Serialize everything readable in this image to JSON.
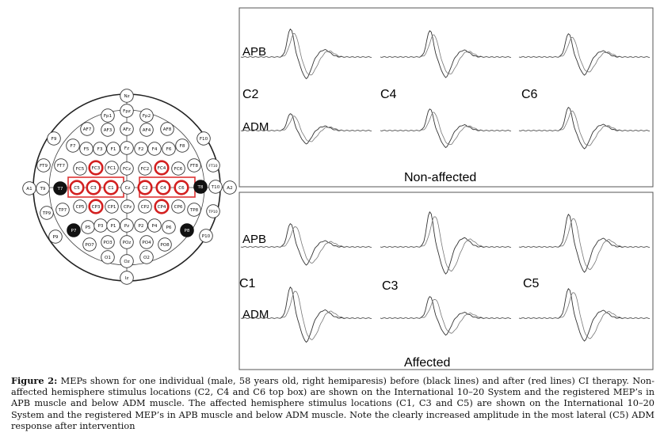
{
  "eeg": {
    "labels": [
      "Nz",
      "Fp1",
      "Fpz",
      "Fp2",
      "AF7",
      "AF3",
      "AFz",
      "AF4",
      "AF8",
      "F9",
      "F7",
      "F5",
      "F3",
      "F1",
      "Fz",
      "F2",
      "F4",
      "F6",
      "F8",
      "F10",
      "FT9",
      "FT7",
      "FC5",
      "FC3",
      "FC1",
      "FCz",
      "FC2",
      "FC4",
      "FC6",
      "FT8",
      "FT10",
      "A1",
      "T9",
      "T7",
      "C5",
      "C3",
      "C1",
      "Cz",
      "C2",
      "C4",
      "C6",
      "T8",
      "T10",
      "A2",
      "TP9",
      "TP7",
      "CP5",
      "CP3",
      "CP1",
      "CPz",
      "CP2",
      "CP4",
      "CP6",
      "TP8",
      "TP10",
      "P9",
      "P7",
      "P5",
      "P3",
      "P1",
      "Pz",
      "P2",
      "P4",
      "P6",
      "P8",
      "P10",
      "PO7",
      "PO3",
      "POz",
      "PO4",
      "PO8",
      "O1",
      "Oz",
      "O2",
      "Iz"
    ],
    "highlighted": [
      "FC3",
      "C5",
      "C3",
      "C1",
      "CP3",
      "FC4",
      "C2",
      "C4",
      "C6",
      "CP4"
    ],
    "dark": [
      "T7",
      "T8",
      "P7",
      "P8"
    ]
  },
  "top_panel": {
    "row_labels": [
      "APB",
      "ADM"
    ],
    "locations": [
      "C2",
      "C4",
      "C6"
    ],
    "title": "Non-affected"
  },
  "bottom_panel": {
    "row_labels": [
      "APB",
      "ADM"
    ],
    "locations": [
      "C1",
      "C3",
      "C5"
    ],
    "title": "Affected"
  },
  "caption": {
    "label": "Figure 2:",
    "text": " MEPs shown for one individual (male, 58 years old, right hemiparesis) before (black lines) and after (red lines) CI therapy. Non-affected hemisphere stimulus locations (C2, C4 and C6 top box) are shown on the International 10–20 System and the registered MEP’s in APB muscle and below ADM muscle. The affected hemisphere stimulus locations (C1, C3 and C5) are shown on the International 10–20 System and the registered MEP’s in APB muscle and below ADM muscle. Note the clearly increased amplitude in the most lateral (C5) ADM response after intervention"
  }
}
